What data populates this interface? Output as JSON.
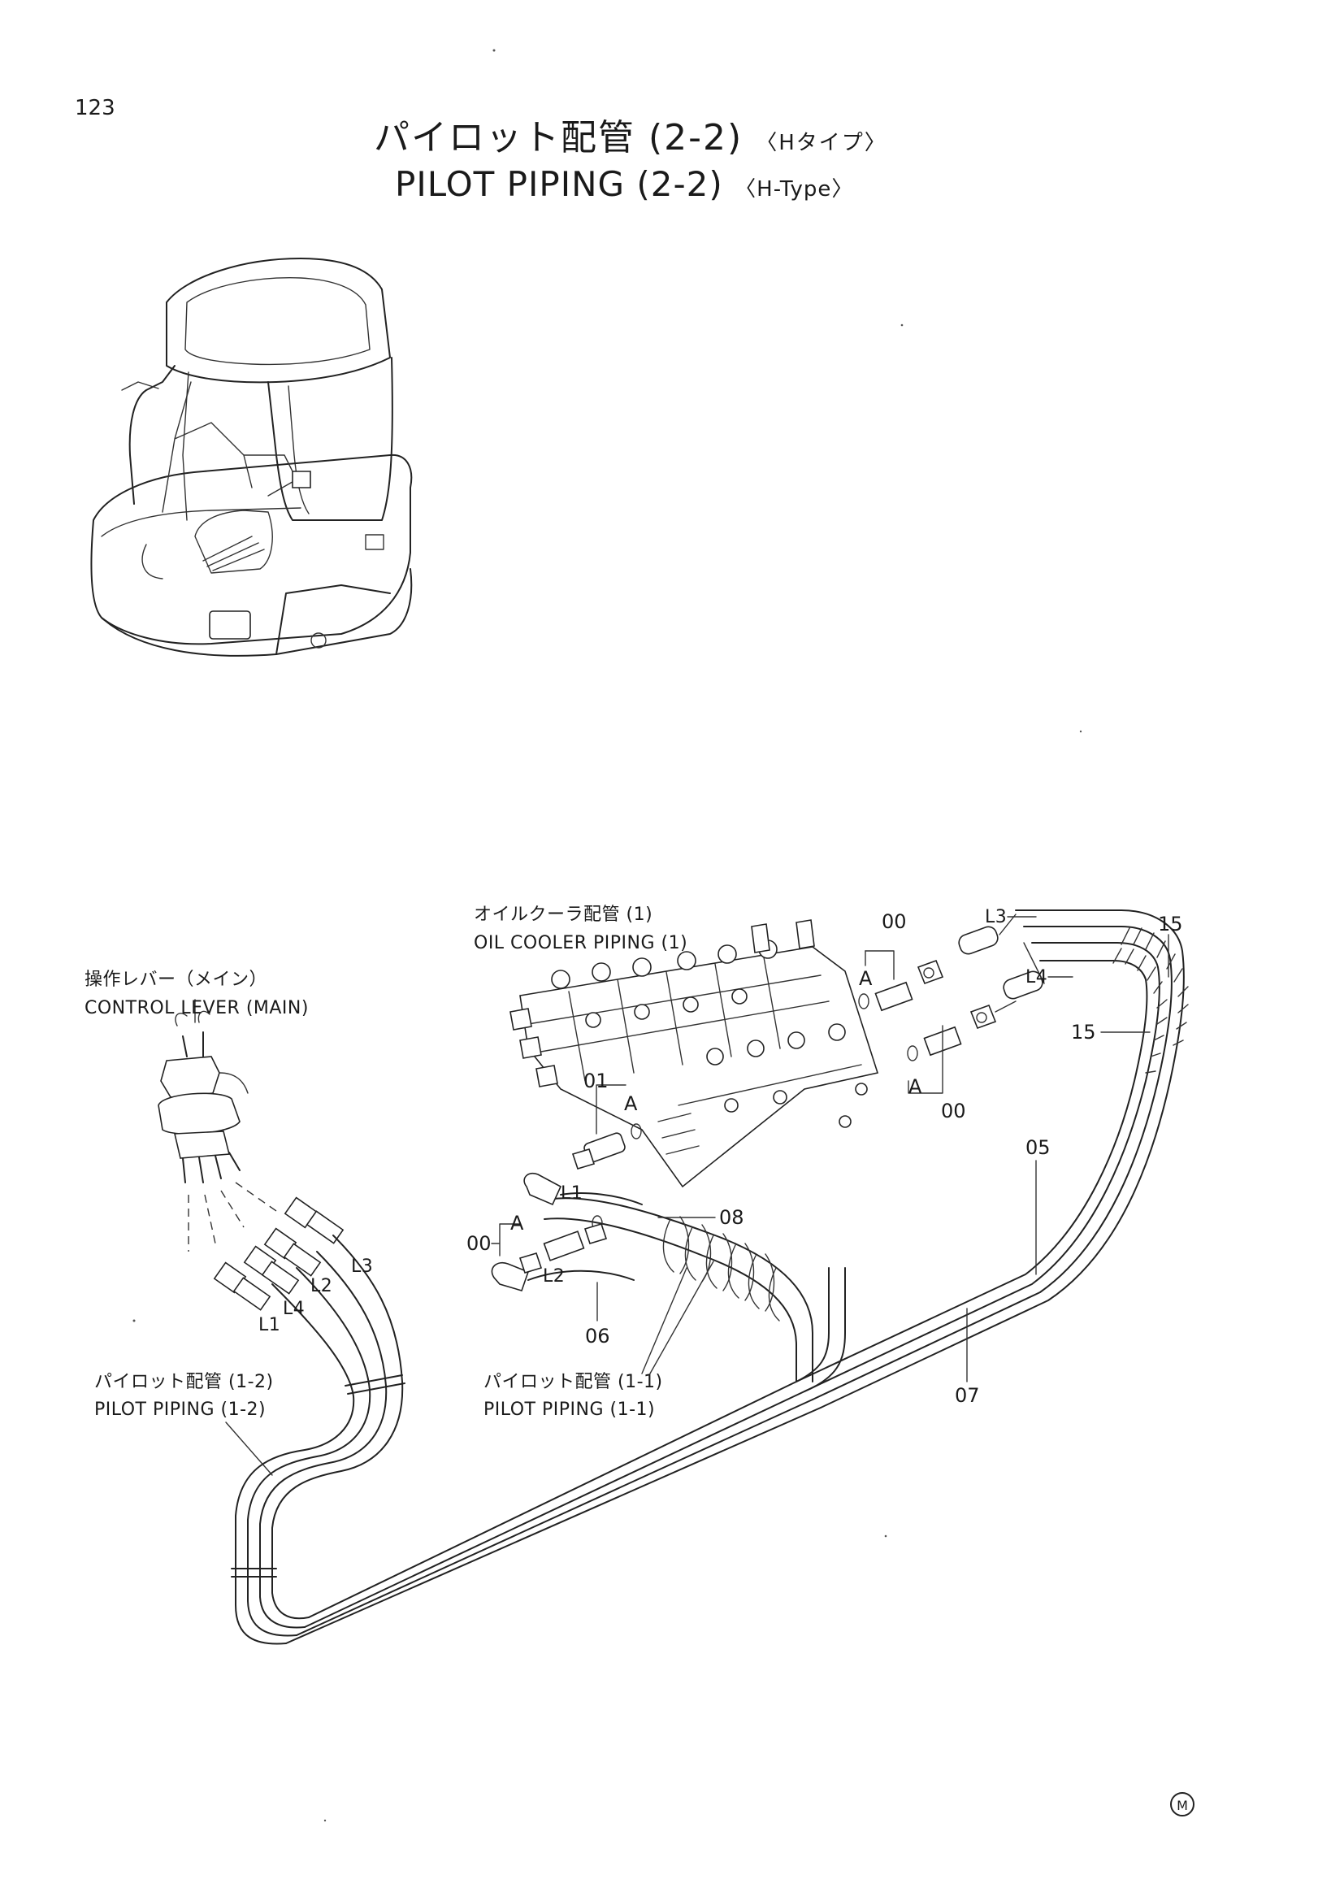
{
  "page": {
    "number": "123",
    "title_jp": "パイロット配管 (2-2)",
    "title_jp_type": "〈Hタイプ〉",
    "title_en": "PILOT PIPING (2-2)",
    "title_en_type": "〈H-Type〉"
  },
  "labels": {
    "oil_cooler_jp": "オイルクーラ配管 (1)",
    "oil_cooler_en": "OIL COOLER PIPING (1)",
    "control_lever_jp": "操作レバー（メイン）",
    "control_lever_en": "CONTROL LEVER (MAIN)",
    "pilot_1_2_jp": "パイロット配管 (1-2)",
    "pilot_1_2_en": "PILOT PIPING (1-2)",
    "pilot_1_1_jp": "パイロット配管 (1-1)",
    "pilot_1_1_en": "PILOT PIPING (1-1)"
  },
  "callouts": {
    "p00": "00",
    "p01": "01",
    "p05": "05",
    "p06": "06",
    "p07": "07",
    "p08": "08",
    "p15": "15",
    "A": "A",
    "L1": "L1",
    "L2": "L2",
    "L3": "L3",
    "L4": "L4"
  },
  "maker_mark": "M"
}
